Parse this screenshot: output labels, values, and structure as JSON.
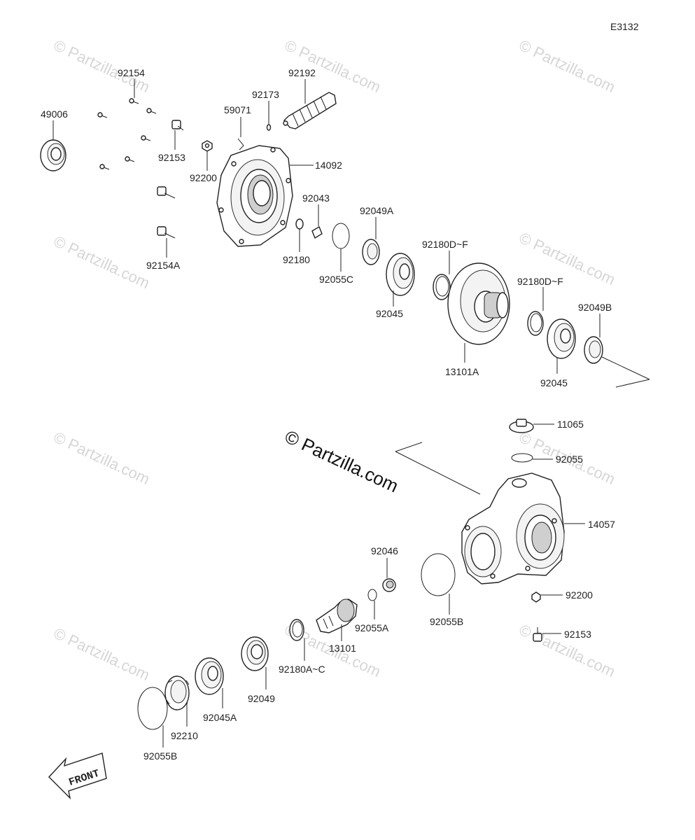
{
  "diagram_code": "E3132",
  "watermark": "© Partzilla.com",
  "front_label": "FRONT",
  "labels": {
    "p92154": "92154",
    "p49006": "49006",
    "p92153a": "92153",
    "p92200a": "92200",
    "p59071": "59071",
    "p92173": "92173",
    "p92192": "92192",
    "p14092": "14092",
    "p92154A": "92154A",
    "p92043": "92043",
    "p92180": "92180",
    "p92049A": "92049A",
    "p92055C": "92055C",
    "p92180DFa": "92180D~F",
    "p92045a": "92045",
    "p13101A": "13101A",
    "p92180DFb": "92180D~F",
    "p92049B": "92049B",
    "p92045b": "92045",
    "p11065": "11065",
    "p92055": "92055",
    "p14057": "14057",
    "p92046": "92046",
    "p92055A": "92055A",
    "p92055Ba": "92055B",
    "p13101": "13101",
    "p92200b": "92200",
    "p92153b": "92153",
    "p92180AC": "92180A~C",
    "p92049": "92049",
    "p92045A": "92045A",
    "p92210": "92210",
    "p92055Bb": "92055B"
  }
}
